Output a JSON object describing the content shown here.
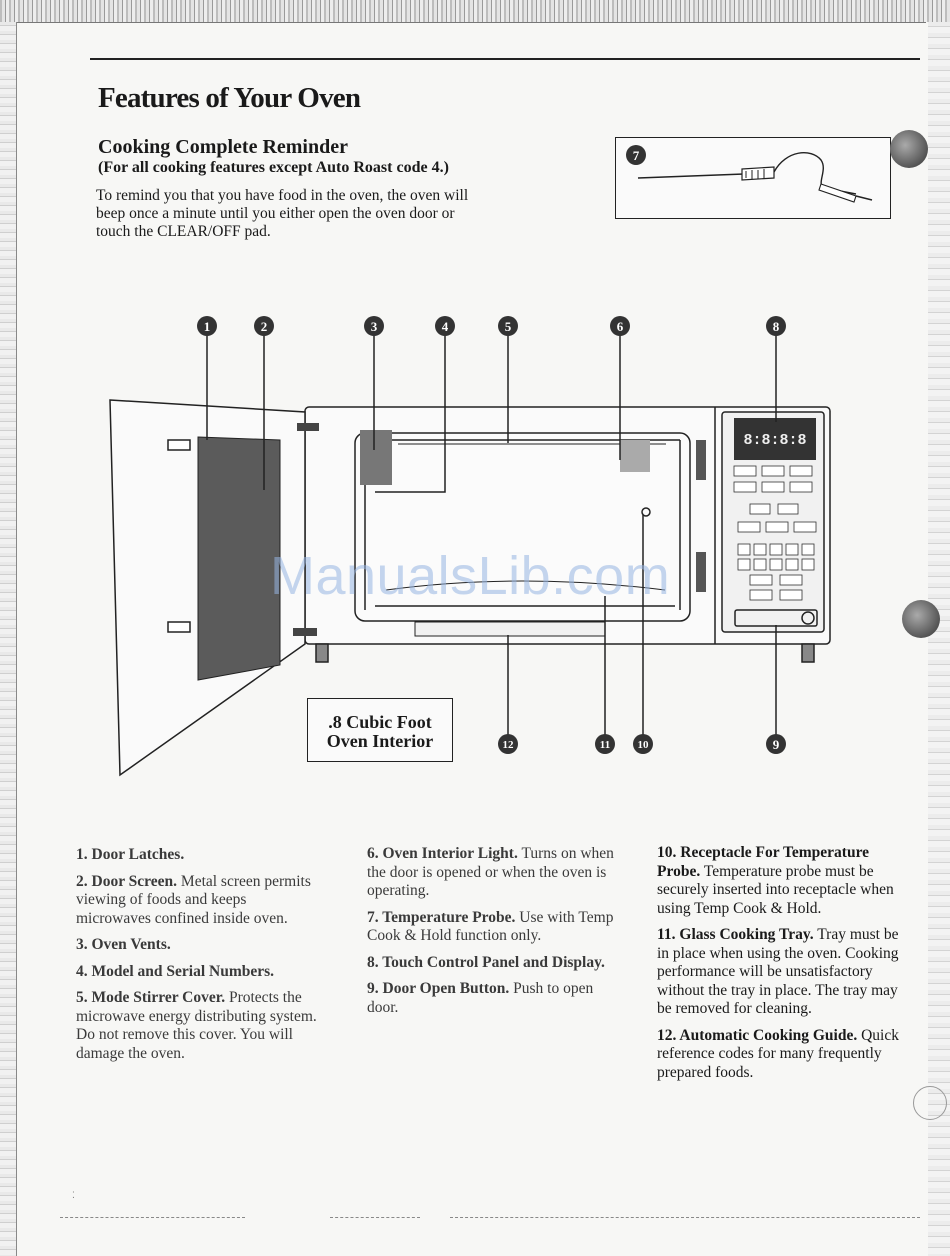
{
  "page": {
    "title": "Features of Your Oven"
  },
  "reminder": {
    "heading": "Cooking Complete Reminder",
    "note": "(For all cooking features except Auto Roast code 4.)",
    "body": "To remind you that you have food in the oven, the oven will beep once a minute until you either open the oven door or touch the CLEAR/OFF pad."
  },
  "diagram": {
    "probe_callout": "7",
    "callouts": [
      "1",
      "2",
      "3",
      "4",
      "5",
      "6",
      "8",
      "9",
      "10",
      "11",
      "12"
    ],
    "interior_label_line1": ".8 Cubic Foot",
    "interior_label_line2": "Oven Interior",
    "watermark": "ManualsLib.com",
    "display_digits": "8:8:8:8"
  },
  "features": {
    "col1": [
      {
        "title": "1. Door Latches.",
        "text": ""
      },
      {
        "title": "2. Door Screen.",
        "text": "Metal screen permits viewing of foods and keeps microwaves confined inside oven."
      },
      {
        "title": "3. Oven Vents.",
        "text": ""
      },
      {
        "title": "4. Model and Serial Numbers.",
        "text": ""
      },
      {
        "title": "5. Mode Stirrer Cover.",
        "text": "Protects the microwave energy distributing system. Do not remove this cover. You will damage the oven."
      }
    ],
    "col2": [
      {
        "title": "6. Oven Interior Light.",
        "text": "Turns on when the door is opened or when the oven is operating."
      },
      {
        "title": "7. Temperature Probe.",
        "text": "Use with Temp Cook & Hold function only."
      },
      {
        "title": "8. Touch Control Panel and Display.",
        "text": ""
      },
      {
        "title": "9. Door Open Button.",
        "text": "Push to open door."
      }
    ],
    "col3": [
      {
        "title": "10. Receptacle For Temperature Probe.",
        "text": "Temperature probe must be securely inserted into receptacle when using Temp Cook & Hold."
      },
      {
        "title": "11. Glass Cooking Tray.",
        "text": "Tray must be in place when using the oven. Cooking performance will be unsatisfactory without the tray in place. The tray may be removed for cleaning."
      },
      {
        "title": "12. Automatic Cooking Guide.",
        "text": "Quick reference codes for many frequently prepared foods."
      }
    ]
  },
  "colors": {
    "ink": "#1a1a1a",
    "watermark": "#96b4e1",
    "paper": "#f7f7f5"
  }
}
